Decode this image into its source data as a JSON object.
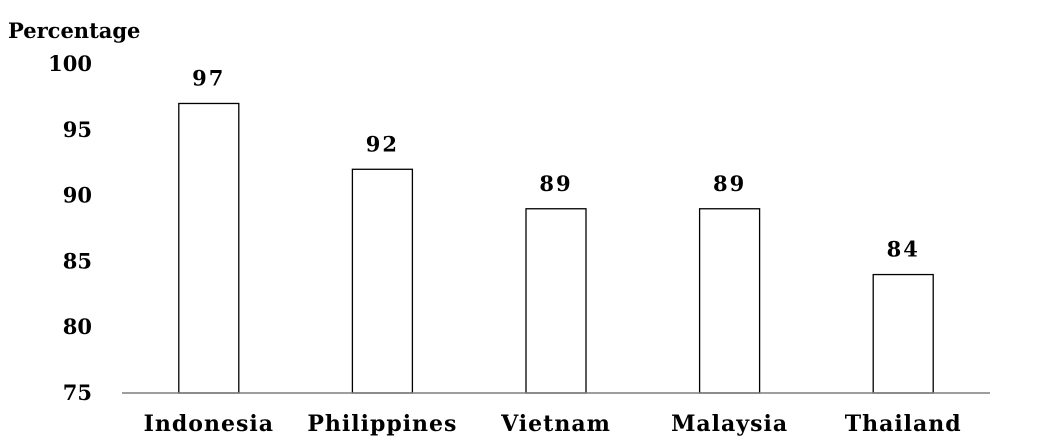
{
  "chart_data": {
    "type": "bar",
    "ylabel": "Percentage",
    "categories": [
      "Indonesia",
      "Philippines",
      "Vietnam",
      "Malaysia",
      "Thailand"
    ],
    "values": [
      97,
      92,
      89,
      89,
      84
    ],
    "data_labels": [
      "97",
      "92",
      "89",
      "89",
      "84"
    ],
    "ylim": [
      75,
      100
    ],
    "yticks": [
      "75",
      "80",
      "85",
      "90",
      "95",
      "100"
    ],
    "grid": false,
    "legend": "none",
    "colors": {
      "bar_fill": "#ffffff",
      "bar_stroke": "#000000",
      "axis": "#7f7f7f",
      "text": "#000000"
    }
  }
}
